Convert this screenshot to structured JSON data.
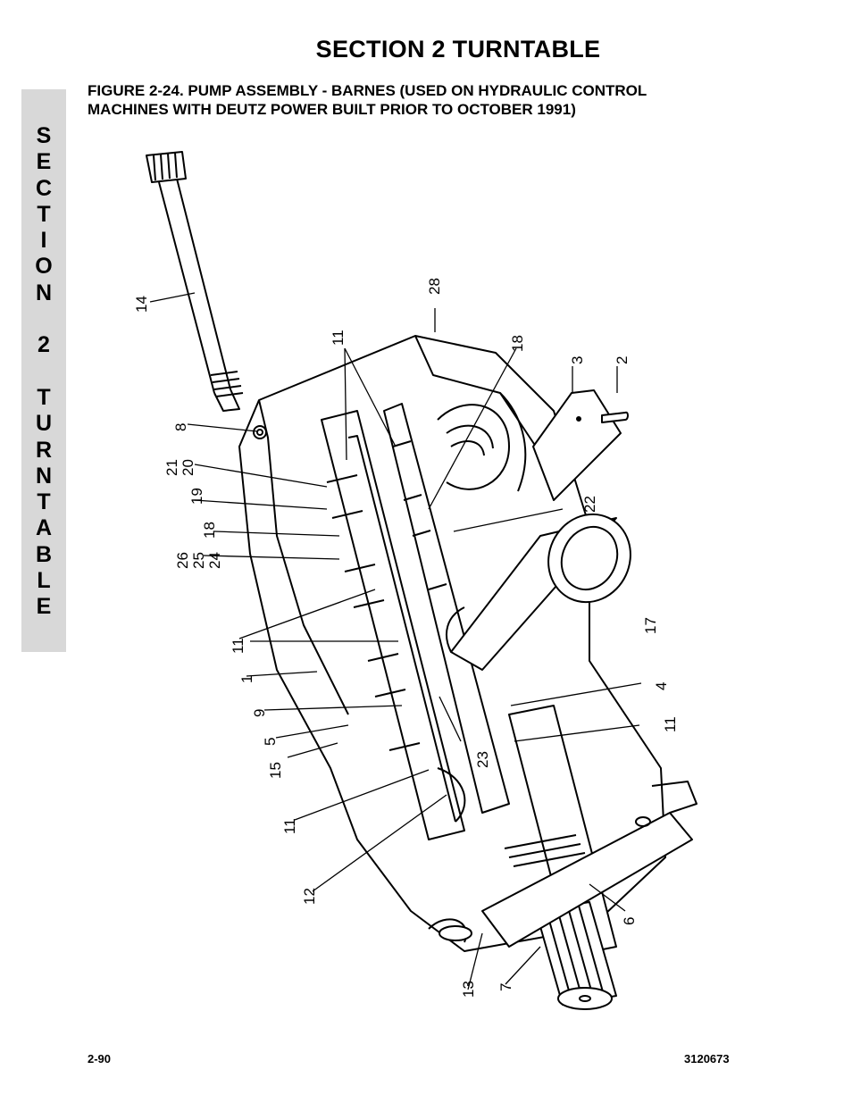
{
  "header": {
    "section_title": "SECTION 2   TURNTABLE"
  },
  "figure": {
    "caption_line1": "FIGURE 2-24.  PUMP ASSEMBLY - BARNES (USED ON HYDRAULIC CONTROL",
    "caption_line2": "MACHINES WITH DEUTZ POWER BUILT PRIOR TO OCTOBER 1991)"
  },
  "side_tab": {
    "letters": [
      "S",
      "E",
      "C",
      "T",
      "I",
      "O",
      "N",
      "",
      "2",
      "",
      "T",
      "U",
      "R",
      "N",
      "T",
      "A",
      "B",
      "L",
      "E"
    ]
  },
  "callouts": {
    "c14": "14",
    "c28": "28",
    "c11a": "11",
    "c18a": "18",
    "c3": "3",
    "c2": "2",
    "c8": "8",
    "c21": "21",
    "c20": "20",
    "c19": "19",
    "c18b": "18",
    "c26": "26",
    "c25": "25",
    "c24": "24",
    "c22": "22",
    "c17": "17",
    "c11b": "11",
    "c1": "1",
    "c4": "4",
    "c9": "9",
    "c5": "5",
    "c11c": "11",
    "c15": "15",
    "c23": "23",
    "c11d": "11",
    "c12": "12",
    "c6": "6",
    "c13": "13",
    "c7": "7"
  },
  "footer": {
    "page_number": "2-90",
    "doc_number": "3120673"
  }
}
